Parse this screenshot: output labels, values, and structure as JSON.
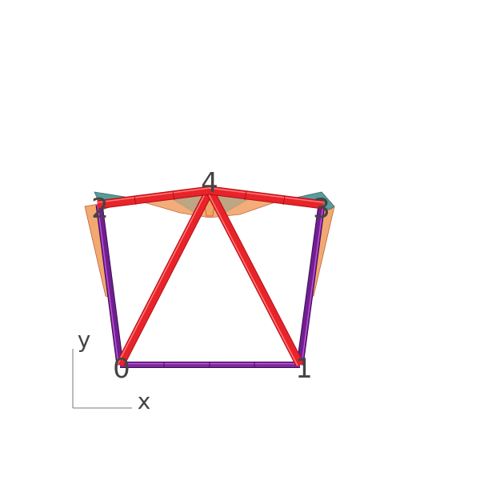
{
  "colors": {
    "background": "#ffffff",
    "bar_red": "#e8232a",
    "bar_red_edge": "#b30f16",
    "bar_red_highlight": "#ff7a78",
    "bar_purple": "#6f1f8e",
    "bar_purple_edge": "#3e0f57",
    "bar_purple_highlight": "#c04fd8",
    "hinge_orange": "#f2a56a",
    "hinge_teal": "#5a9a9a",
    "axis": "#777777",
    "text": "#444444"
  },
  "nodes": [
    {
      "id": "node-0",
      "label": "0"
    },
    {
      "id": "node-1",
      "label": "1"
    },
    {
      "id": "node-2",
      "label": "2"
    },
    {
      "id": "node-3",
      "label": "3"
    },
    {
      "id": "node-4",
      "label": "4"
    }
  ],
  "edges": [
    {
      "id": "edge-0-1",
      "from": "0",
      "to": "1",
      "color": "purple"
    },
    {
      "id": "edge-0-2",
      "from": "0",
      "to": "2",
      "color": "purple"
    },
    {
      "id": "edge-1-3",
      "from": "1",
      "to": "3",
      "color": "purple"
    },
    {
      "id": "edge-0-4",
      "from": "0",
      "to": "4",
      "color": "red"
    },
    {
      "id": "edge-1-4",
      "from": "1",
      "to": "4",
      "color": "red"
    },
    {
      "id": "edge-2-4",
      "from": "2",
      "to": "4",
      "color": "red"
    },
    {
      "id": "edge-3-4",
      "from": "3",
      "to": "4",
      "color": "red"
    }
  ],
  "axes": {
    "x_label": "x",
    "y_label": "y"
  }
}
